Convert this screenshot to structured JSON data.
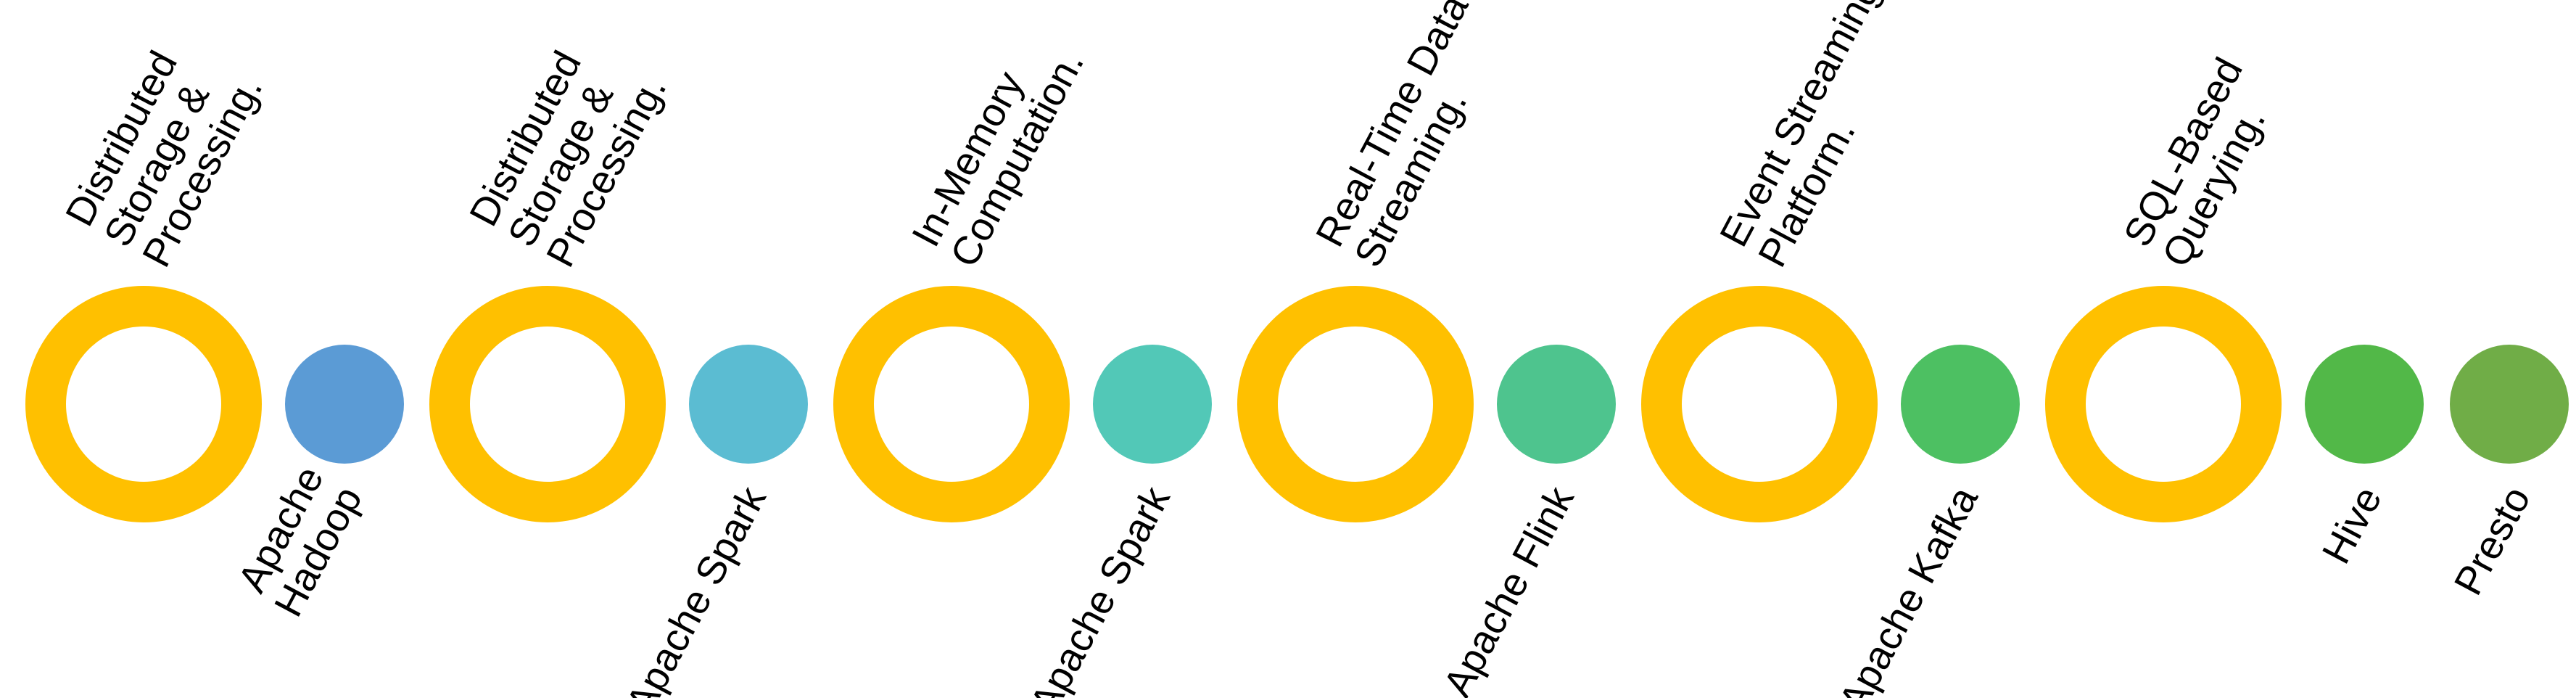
{
  "stages": [
    {
      "description_lines": [
        "Distributed",
        "Storage &",
        "Processing."
      ],
      "tool_lines": [
        "Apache",
        "Hadoop"
      ],
      "dot_color": "#5B9BD5"
    },
    {
      "description_lines": [
        "Distributed",
        "Storage &",
        "Processing."
      ],
      "tool_lines": [
        "Apache Spark"
      ],
      "dot_color": "#5BBCD2"
    },
    {
      "description_lines": [
        "In-Memory",
        "Computation."
      ],
      "tool_lines": [
        "Apache Spark"
      ],
      "dot_color": "#52C8B7"
    },
    {
      "description_lines": [
        "Real-Time Data",
        "Streaming."
      ],
      "tool_lines": [
        "Apache Flink"
      ],
      "dot_color": "#4EC48E"
    },
    {
      "description_lines": [
        "Event Streaming",
        "Platform."
      ],
      "tool_lines": [
        "Apache Kafka"
      ],
      "dot_color": "#4DC062"
    },
    {
      "description_lines": [
        "SQL-Based",
        "Querying."
      ],
      "tool_lines": [
        "Hive"
      ],
      "dot_color": "#52B848"
    }
  ],
  "final_tool": {
    "tool_lines": [
      "Presto"
    ],
    "dot_color": "#70AD47"
  },
  "ring_color": "#FFC000"
}
